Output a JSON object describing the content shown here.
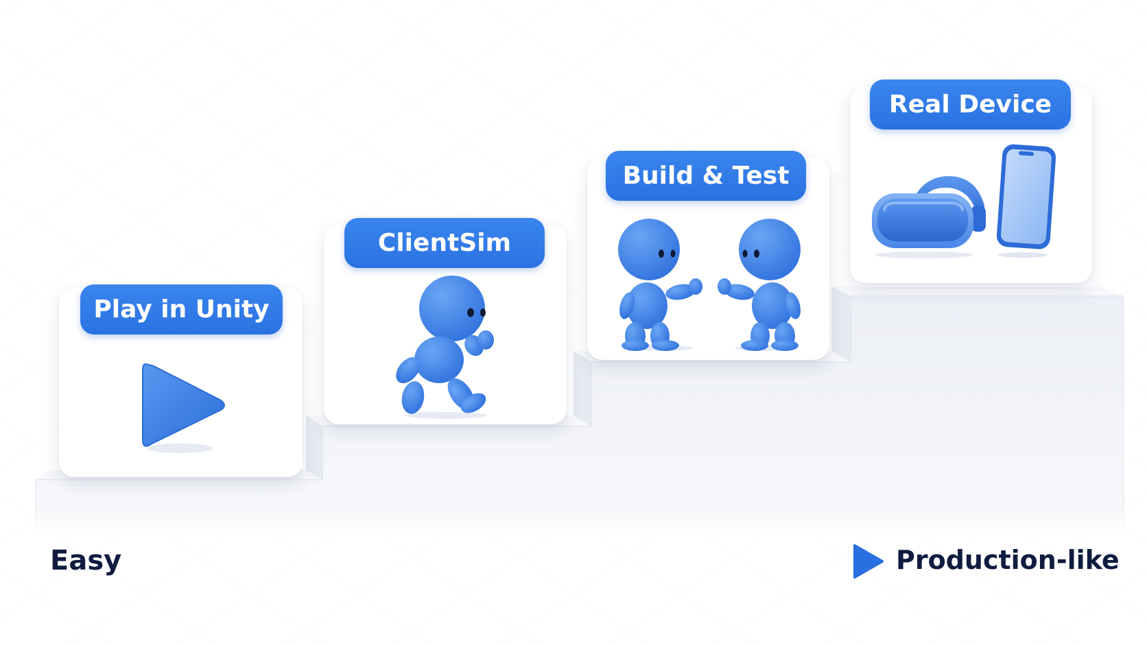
{
  "steps": [
    {
      "label": "Play in Unity",
      "icon": "play-icon"
    },
    {
      "label": "ClientSim",
      "icon": "running-figure-icon"
    },
    {
      "label": "Build & Test",
      "icon": "two-figures-icon"
    },
    {
      "label": "Real Device",
      "icon": "vr-headset-and-phone-icon"
    }
  ],
  "progression": {
    "start_label": "Easy",
    "end_label": "Production-like"
  },
  "colors": {
    "accent": "#2b74e4",
    "badge": "#2f7be6",
    "figure": "#3a7be3",
    "text_dark": "#0f1c3f",
    "stair": "#f0f2f7"
  }
}
